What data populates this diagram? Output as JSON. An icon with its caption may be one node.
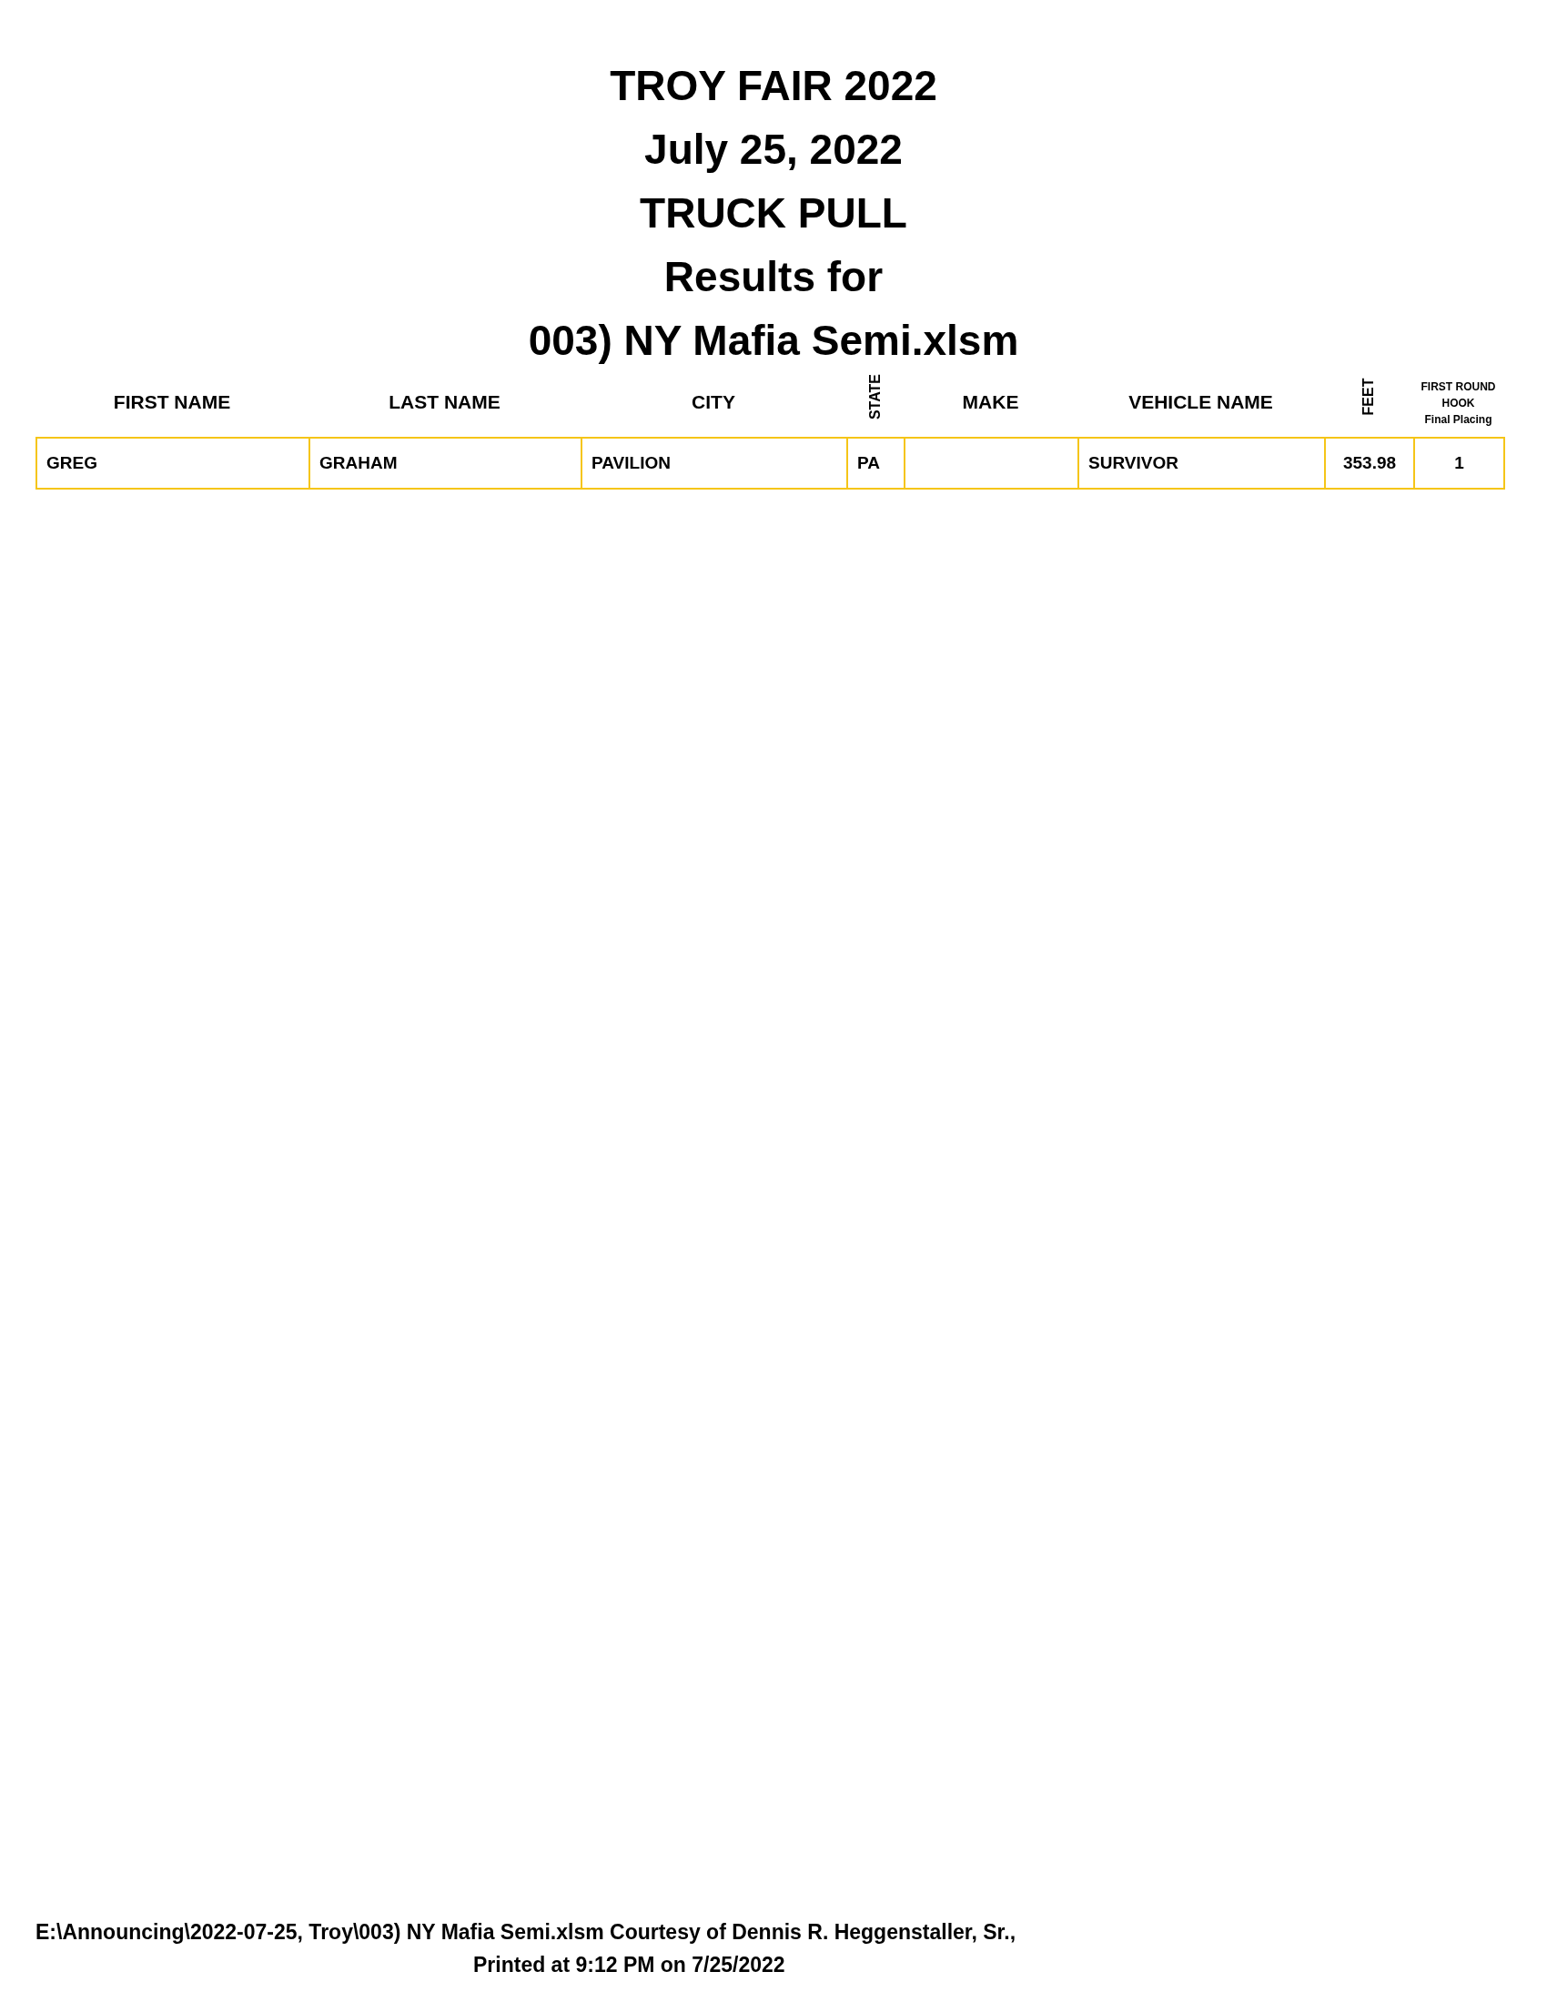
{
  "diagram": {
    "title": "TROY FAIR 2022",
    "labels": [
      "July 25, 2022",
      "TRUCK PULL",
      "Results for",
      "003) NY Mafia Semi.xlsm",
      "FIRST NAME",
      "LAST NAME",
      "CITY",
      "STATE",
      "MAKE",
      "VEHICLE NAME",
      "FEET",
      "FIRST ROUND HOOK",
      "Final Placing",
      "GREG",
      "GRAHAM",
      "PAVILION",
      "PA",
      "SURVIVOR",
      "353.98",
      "1",
      "E:\\Announcing\\2022-07-25, Troy\\003) NY Mafia Semi.xlsm Courtesy of Dennis R. Heggenstaller, Sr.,",
      "Printed at 9:12 PM on 7/25/2022"
    ]
  }
}
